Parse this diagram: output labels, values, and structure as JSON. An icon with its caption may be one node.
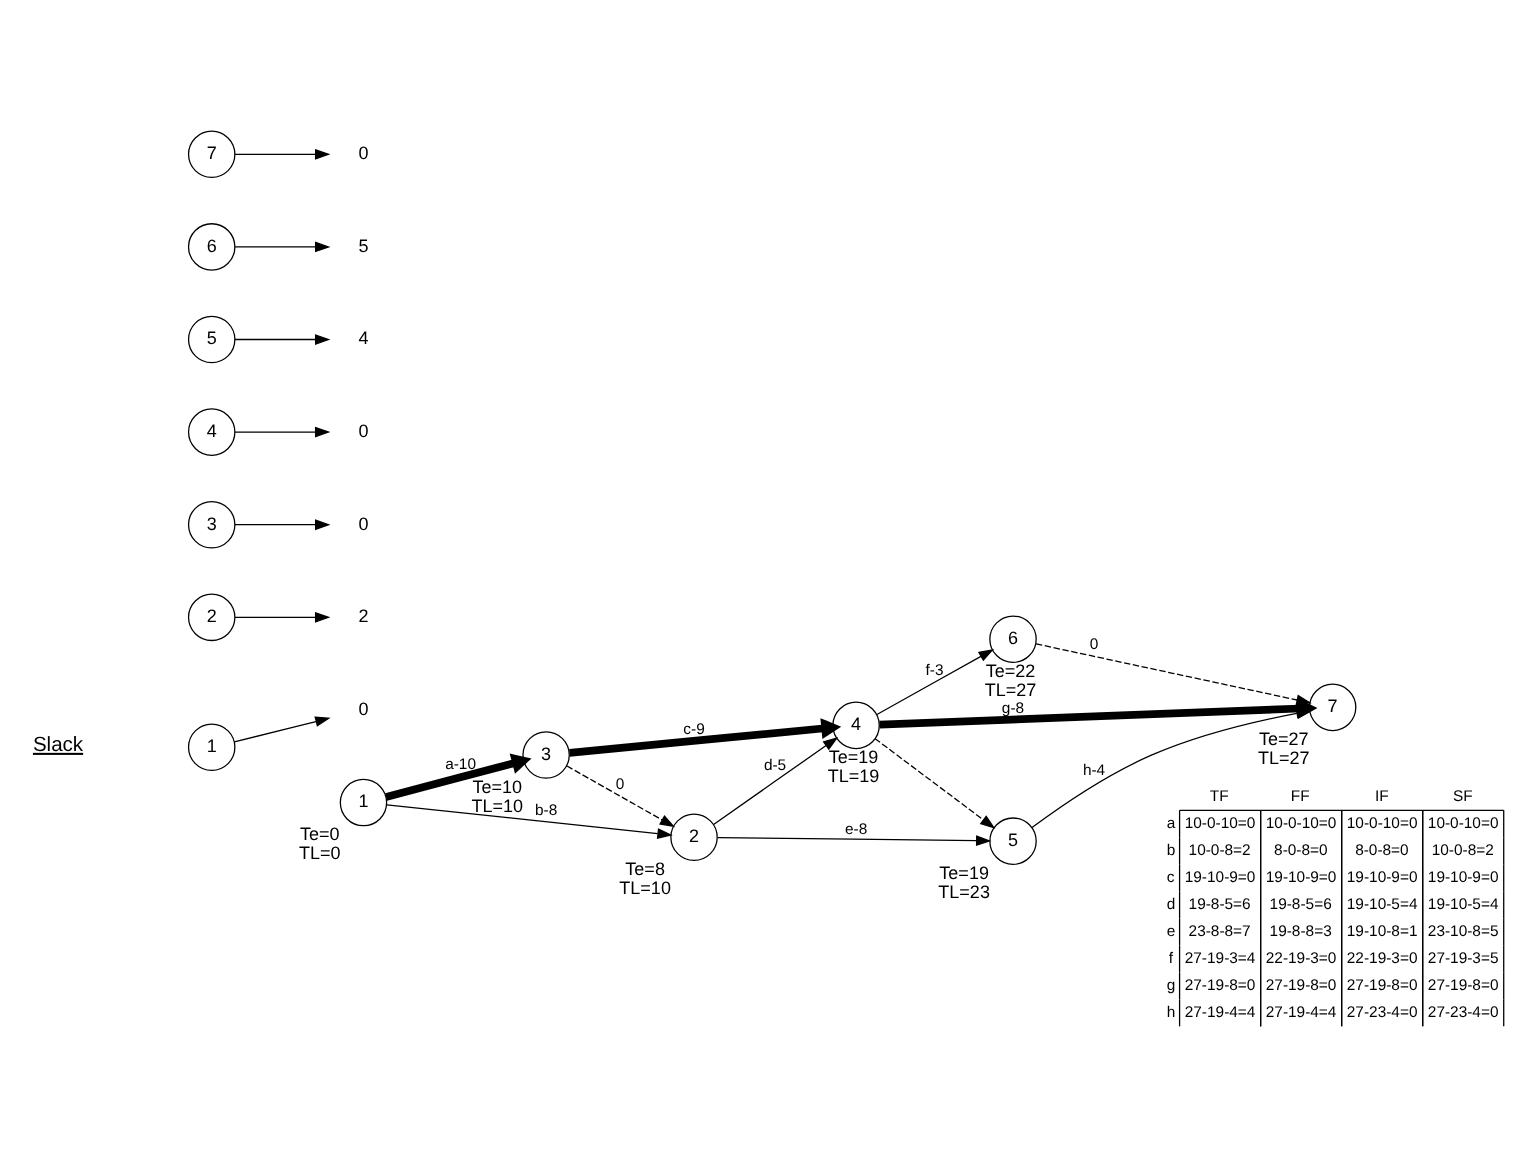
{
  "diagram": {
    "nodes": [
      {
        "text": [
          "1"
        ],
        "beside": [
          "Te=0",
          "TL=0"
        ]
      },
      {
        "text": [
          "2"
        ],
        "beside": [
          "Te=8",
          "TL=10"
        ]
      },
      {
        "text": [
          "3"
        ],
        "beside": [
          "Te=10",
          "TL=10"
        ]
      },
      {
        "text": [
          "4"
        ],
        "beside": [
          "Te=19",
          "TL=19"
        ]
      },
      {
        "text": [
          "5"
        ],
        "beside": [
          "Te=19",
          "TL=23"
        ]
      },
      {
        "text": [
          "6"
        ],
        "beside": [
          "Te=22",
          "TL=27"
        ]
      },
      {
        "text": [
          "7"
        ],
        "beside": [
          "Te=27",
          "TL=27"
        ]
      },
      {
        "text": [
          "1"
        ]
      },
      {
        "text": [
          "0"
        ]
      },
      {
        "text": [
          "2"
        ]
      },
      {
        "text": [
          "2"
        ]
      },
      {
        "text": [
          "3"
        ]
      },
      {
        "text": [
          "0"
        ]
      },
      {
        "text": [
          "4"
        ]
      },
      {
        "text": [
          "0"
        ]
      },
      {
        "text": [
          "5"
        ]
      },
      {
        "text": [
          "4"
        ]
      },
      {
        "text": [
          "6"
        ]
      },
      {
        "text": [
          "5"
        ]
      },
      {
        "text": [
          "7"
        ]
      },
      {
        "text": [
          "0"
        ]
      }
    ],
    "edges": [
      {
        "from": 0,
        "to": 2,
        "arrow": "to",
        "label": "a-10",
        "style": "thick"
      },
      {
        "from": 0,
        "to": 1,
        "arrow": "to",
        "label": "b-8"
      },
      {
        "from": 2,
        "to": 3,
        "arrow": "to",
        "label": "c-9",
        "style": "thick"
      },
      {
        "from": 1,
        "to": 3,
        "arrow": "to",
        "label": "d-5"
      },
      {
        "from": 1,
        "to": 4,
        "arrow": "to",
        "label": "e-8"
      },
      {
        "from": 3,
        "to": 5,
        "arrow": "to",
        "label": "f-3"
      },
      {
        "from": 3,
        "to": 6,
        "arrow": "to",
        "label": "g-8",
        "style": "thick"
      },
      {
        "from": 4,
        "to": 6,
        "arrow": "to",
        "label": "h-4"
      },
      {
        "from": 2,
        "to": 1,
        "arrow": "to",
        "label": "0",
        "style": "dashed"
      },
      {
        "from": 3,
        "to": 4,
        "arrow": "to",
        "style": "dashed"
      },
      {
        "from": 5,
        "to": 6,
        "arrow": "to",
        "label": "0",
        "style": "dashed"
      },
      {
        "from": 7,
        "to": 8,
        "arrow": "to"
      },
      {
        "from": 9,
        "to": 10,
        "arrow": "to"
      },
      {
        "from": 11,
        "to": 12,
        "arrow": "to"
      },
      {
        "from": 13,
        "to": 14,
        "arrow": "to"
      },
      {
        "from": 15,
        "to": 16,
        "arrow": "to"
      },
      {
        "from": 17,
        "to": 18,
        "arrow": "to"
      },
      {
        "from": 19,
        "to": 20,
        "arrow": "to"
      }
    ],
    "labels": [
      "Slack",
      "TF",
      "FF",
      "IF",
      "SF",
      "a",
      "10-0-10=0",
      "10-0-10=0",
      "10-0-10=0",
      "10-0-10=0",
      "b",
      "10-0-8=2",
      "8-0-8=0",
      "8-0-8=0",
      "10-0-8=2",
      "c",
      "19-10-9=0",
      "19-10-9=0",
      "19-10-9=0",
      "19-10-9=0",
      "d",
      "19-8-5=6",
      "19-8-5=6",
      "19-10-5=4",
      "19-10-5=4",
      "e",
      "23-8-8=7",
      "19-8-8=3",
      "19-10-8=1",
      "23-10-8=5",
      "f",
      "27-19-3=4",
      "22-19-3=0",
      "22-19-3=0",
      "27-19-3=5",
      "g",
      "27-19-8=0",
      "27-19-8=0",
      "27-19-8=0",
      "27-19-8=0",
      "h",
      "27-19-4=4",
      "27-19-4=4",
      "27-23-4=0",
      "27-23-4=0"
    ]
  }
}
